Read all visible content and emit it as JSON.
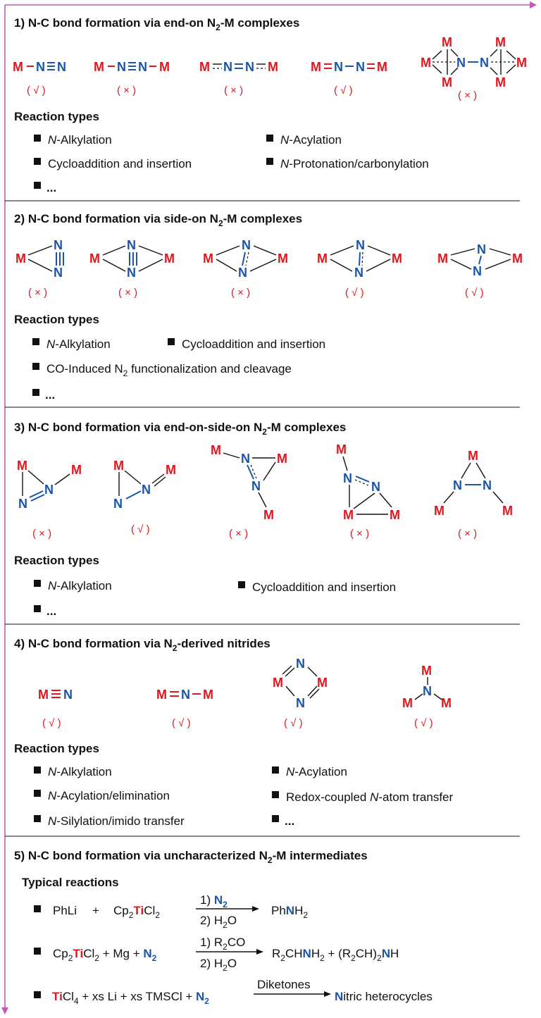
{
  "atoms": {
    "M": "M",
    "N": "N"
  },
  "marks": {
    "yes": "( √ )",
    "no": "( × )"
  },
  "reaction_types_label": "Reaction types",
  "typical_reactions_label": "Typical reactions",
  "ellipsis": "...",
  "sections": [
    {
      "title": "1) N-C bond formation via end-on N2-M complexes",
      "title_parts": {
        "a": "1) N-C bond formation via end-on N",
        "sub": "2",
        "b": "-M complexes"
      },
      "structure_marks": [
        "yes",
        "no",
        "no",
        "yes",
        "no"
      ],
      "reaction_types": [
        {
          "ital": "N",
          "rest": "-Alkylation"
        },
        {
          "ital": "N",
          "rest": "-Acylation"
        },
        {
          "ital": "",
          "rest": "Cycloaddition and insertion"
        },
        {
          "ital": "N",
          "rest": "-Protonation/carbonylation"
        }
      ]
    },
    {
      "title": "2) N-C bond formation via side-on N2-M complexes",
      "title_parts": {
        "a": "2) N-C bond formation via side-on N",
        "sub": "2",
        "b": "-M complexes"
      },
      "structure_marks": [
        "no",
        "no",
        "no",
        "yes",
        "yes"
      ],
      "reaction_types": [
        {
          "ital": "N",
          "rest": "-Alkylation"
        },
        {
          "ital": "",
          "rest": "Cycloaddition and insertion"
        },
        {
          "ital": "",
          "rest": "CO-Induced N2 functionalization and cleavage",
          "parts": {
            "a": "CO-Induced N",
            "sub": "2",
            "b": " functionalization and cleavage"
          }
        }
      ]
    },
    {
      "title": "3) N-C bond formation via end-on-side-on N2-M complexes",
      "title_parts": {
        "a": "3) N-C bond formation via end-on-side-on N",
        "sub": "2",
        "b": "-M complexes"
      },
      "structure_marks": [
        "no",
        "yes",
        "no",
        "no",
        "no"
      ],
      "reaction_types": [
        {
          "ital": "N",
          "rest": "-Alkylation"
        },
        {
          "ital": "",
          "rest": "Cycloaddition and insertion"
        }
      ]
    },
    {
      "title": "4) N-C bond formation via N2-derived nitrides",
      "title_parts": {
        "a": "4) N-C bond formation via N",
        "sub": "2",
        "b": "-derived nitrides"
      },
      "structure_marks": [
        "yes",
        "yes",
        "yes",
        "yes"
      ],
      "reaction_types": [
        {
          "ital": "N",
          "rest": "-Alkylation"
        },
        {
          "ital": "N",
          "rest": "-Acylation"
        },
        {
          "ital": "N",
          "rest": "-Acylation/elimination"
        },
        {
          "ital": "",
          "rest": "Redox-coupled ",
          "ital2": "N",
          "rest2": "-atom transfer"
        },
        {
          "ital": "N",
          "rest": "-Silylation/imido transfer"
        }
      ]
    },
    {
      "title": "5) N-C bond formation via uncharacterized N2-M intermediates",
      "title_parts": {
        "a": "5) N-C bond formation via uncharacterized N",
        "sub": "2",
        "b": "-M intermediates"
      }
    }
  ],
  "reactions": [
    {
      "reactants": "PhLi + Cp2TiCl2",
      "conditions": [
        "1) N2",
        "2) H2O"
      ],
      "products": "PhNH2"
    },
    {
      "reactants": "Cp2TiCl2 + Mg + N2",
      "conditions": [
        "1) R2CO",
        "2) H2O"
      ],
      "products": "R2CHNH2 + (R2CH)2NH"
    },
    {
      "reactants": "TiCl4 + xs Li + xs TMSCl + N2",
      "conditions": [
        "Diketones"
      ],
      "products": "Nitric heterocycles"
    }
  ],
  "colors": {
    "metal": "#e0161e",
    "nitrogen": "#1b54a8",
    "frame": "#c05ab8"
  }
}
